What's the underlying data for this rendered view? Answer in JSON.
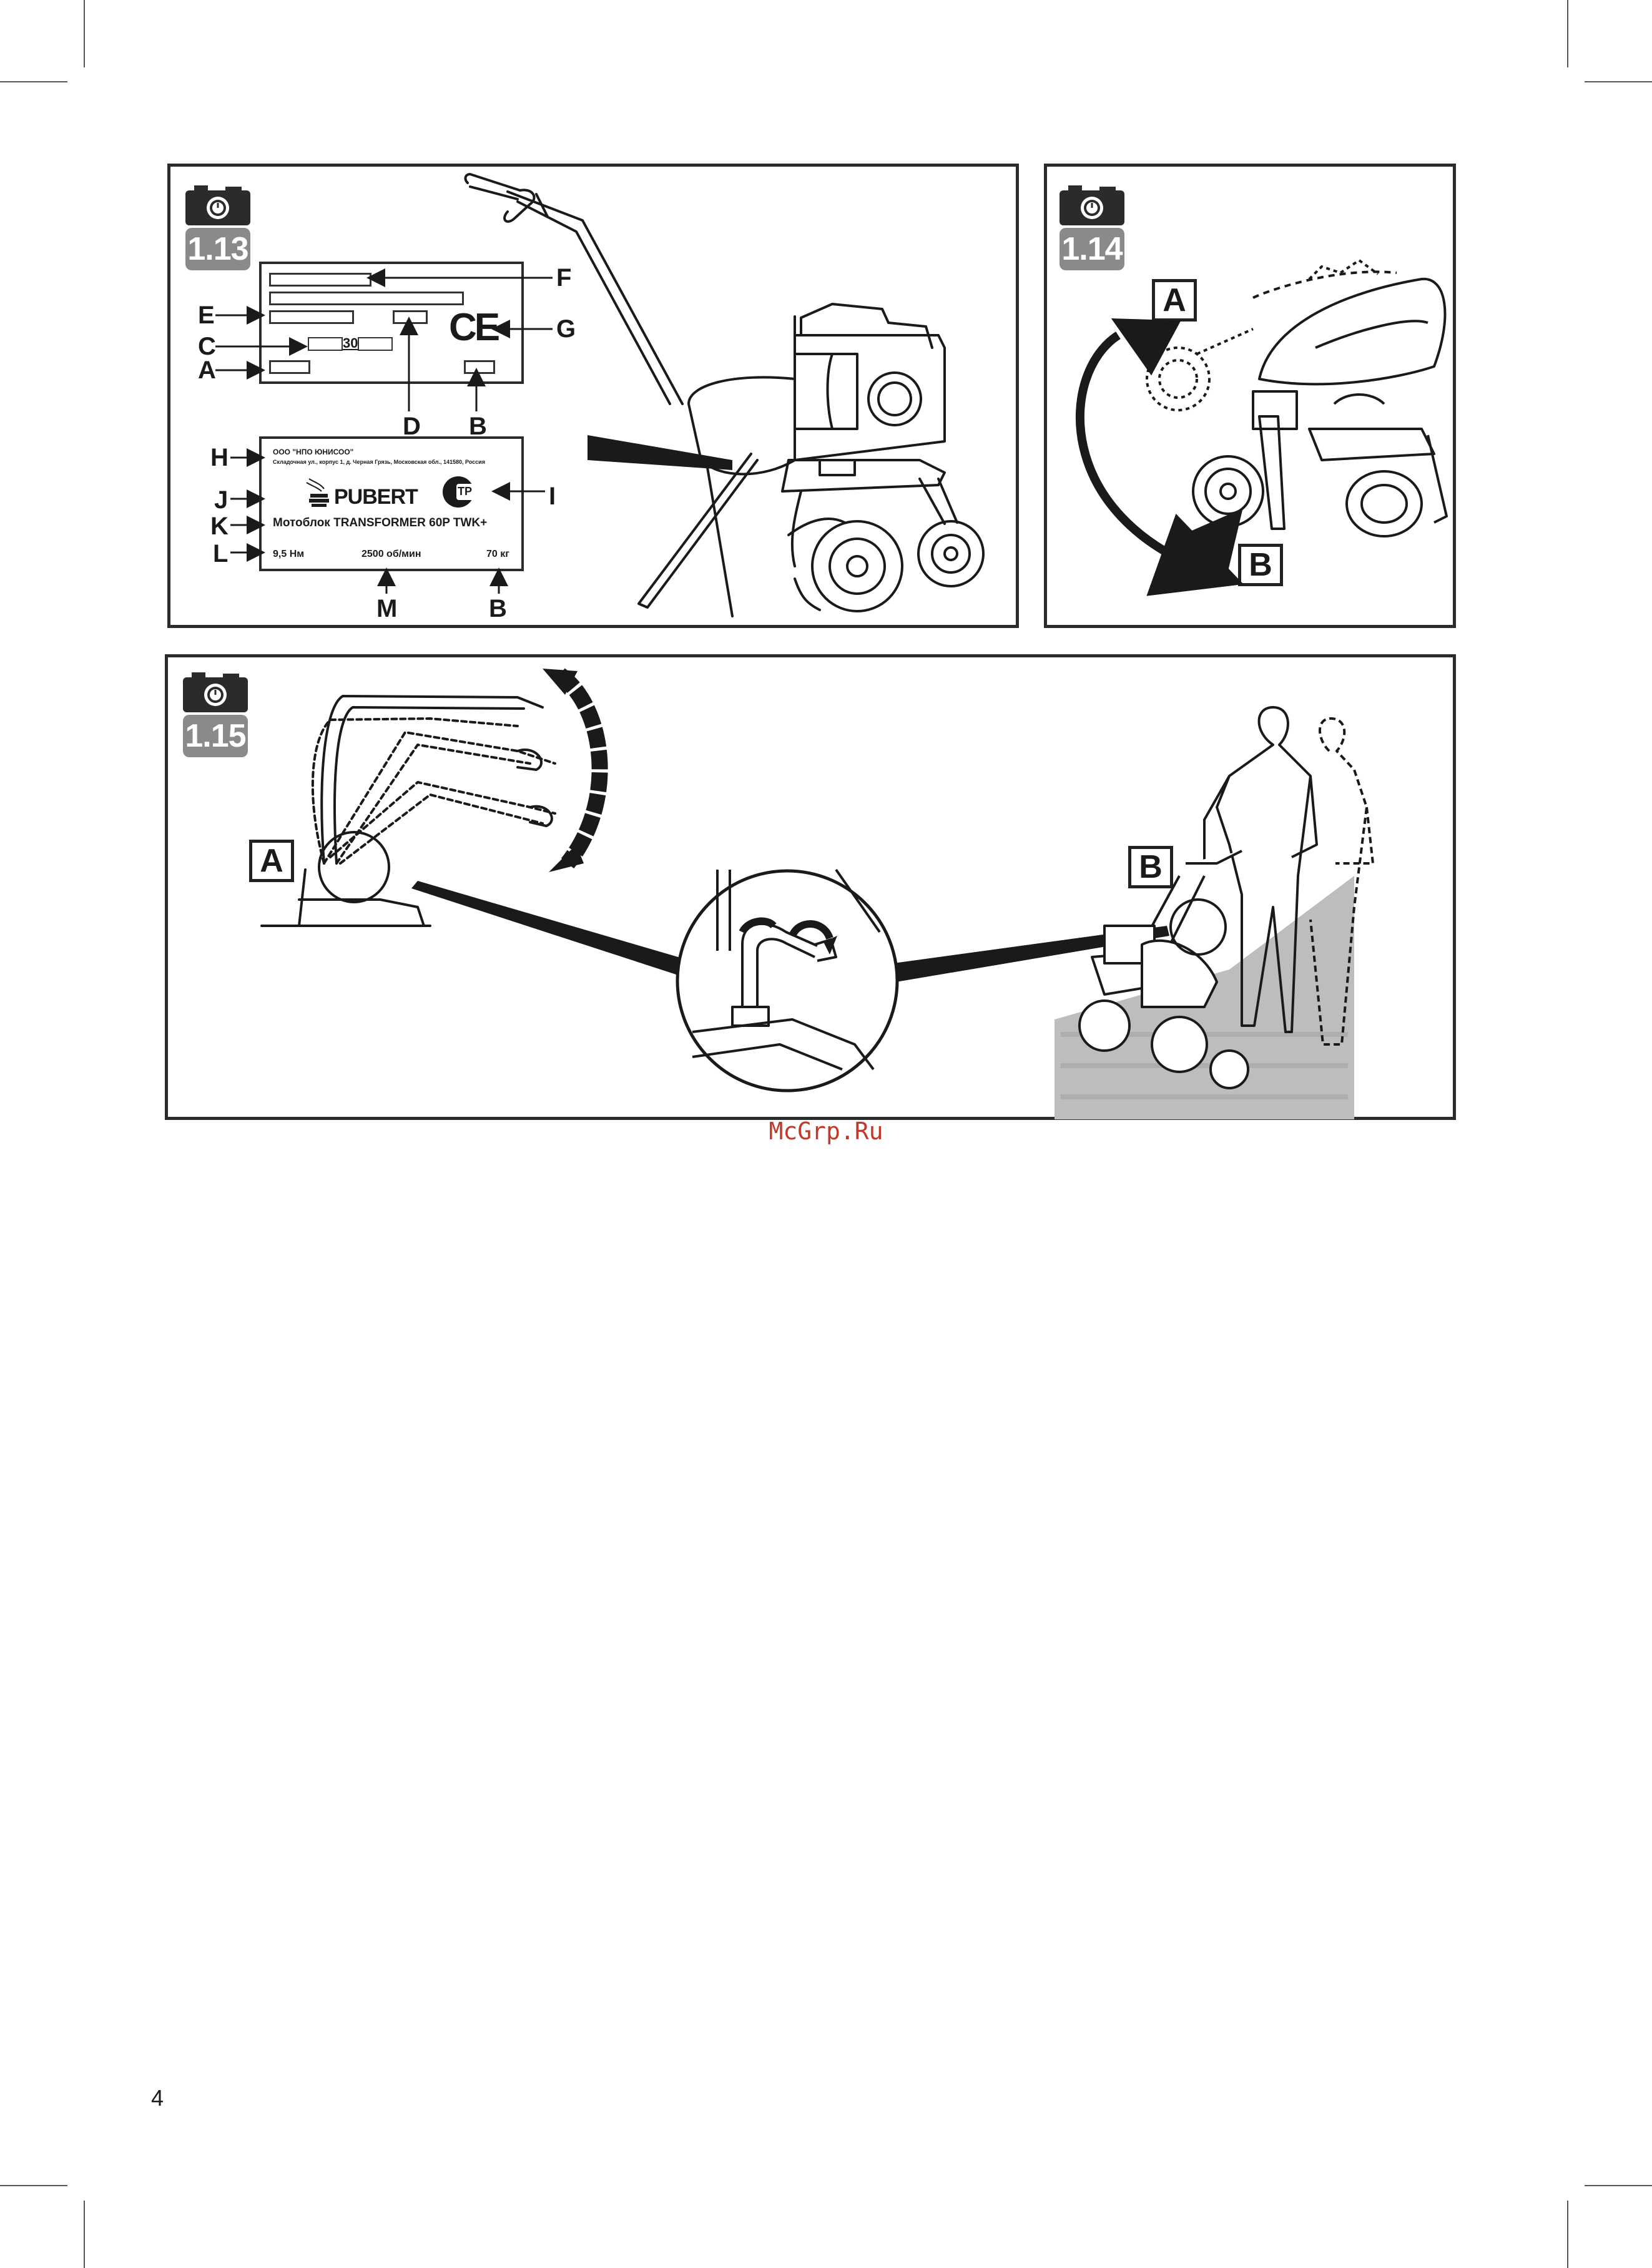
{
  "figures": {
    "fig113": {
      "badge": "1.13",
      "callouts": {
        "A": "A",
        "B": "B",
        "C": "C",
        "D": "D",
        "E": "E",
        "F": "F",
        "G": "G",
        "H": "H",
        "I": "I",
        "J": "J",
        "K": "K",
        "L": "L",
        "M": "M",
        "B2": "B"
      },
      "serial_mid": "30",
      "ce_mark": "CE",
      "plate": {
        "company": "ООО \"НПО ЮНИСОО\"",
        "address": "Складочная ул., корпус 1, д. Черная Грязь, Московская обл., 141580, Россия",
        "brand": "PUBERT",
        "model": "Мотоблок TRANSFORMER 60P TWK+",
        "torque": "9,5 Нм",
        "speed": "2500 об/мин",
        "weight": "70 кг",
        "cert_mark": "ТР"
      }
    },
    "fig114": {
      "badge": "1.14",
      "label_a": "A",
      "label_b": "B"
    },
    "fig115": {
      "badge": "1.15",
      "label_a": "A",
      "label_b": "B"
    }
  },
  "watermark": "McGrp.Ru",
  "page_number": "4",
  "icons": [
    "camera-icon"
  ]
}
